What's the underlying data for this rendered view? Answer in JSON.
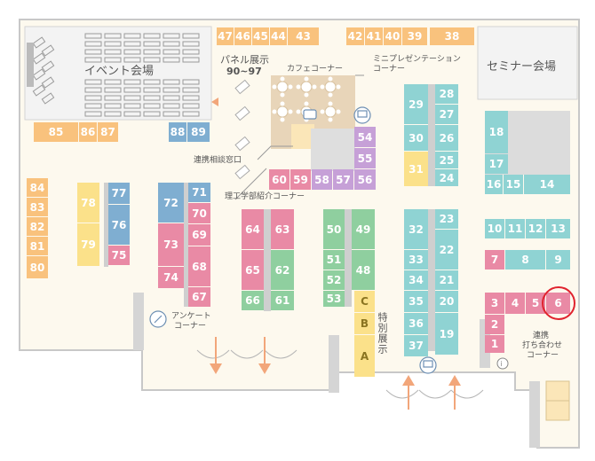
{
  "colors": {
    "orange": "#f9c27d",
    "blue": "#7faed1",
    "teal": "#8fd3d3",
    "pink": "#e98aa5",
    "green": "#8fcf9f",
    "yellow": "#fbe18a",
    "lavender": "#c6a0d7",
    "gray_block": "#d8d8d8",
    "divider": "#cfcfcf",
    "floor": "#fdf9ee",
    "hall_gray": "#f0f0f0",
    "wall": "#c8c8c8",
    "highlight": "#e0232e",
    "arrow": "#f2a67a"
  },
  "labels": {
    "event_hall": "イベント会場",
    "seminar_hall": "セミナー会場",
    "panel_title": "パネル展示",
    "panel_range": "90~97",
    "cafe_corner": "カフェコーナー",
    "mini_pres_1": "ミニプレゼンテーション",
    "mini_pres_2": "コーナー",
    "consult_window": "連携相談窓口",
    "science_corner": "理工学部紹介コーナー",
    "survey_1": "アンケート",
    "survey_2": "コーナー",
    "special_exhibit": "特別展示",
    "collab_1": "連携",
    "collab_2": "打ち合わせ",
    "collab_3": "コーナー"
  },
  "booths": [
    {
      "id": "47",
      "label": "47",
      "color": "orange"
    },
    {
      "id": "46",
      "label": "46",
      "color": "orange"
    },
    {
      "id": "45",
      "label": "45",
      "color": "orange"
    },
    {
      "id": "44",
      "label": "44",
      "color": "orange"
    },
    {
      "id": "43",
      "label": "43",
      "color": "orange"
    },
    {
      "id": "42",
      "label": "42",
      "color": "orange"
    },
    {
      "id": "41",
      "label": "41",
      "color": "orange"
    },
    {
      "id": "40",
      "label": "40",
      "color": "orange"
    },
    {
      "id": "39",
      "label": "39",
      "color": "orange"
    },
    {
      "id": "38",
      "label": "38",
      "color": "orange"
    },
    {
      "id": "85",
      "label": "85",
      "color": "orange"
    },
    {
      "id": "86",
      "label": "86",
      "color": "orange"
    },
    {
      "id": "87",
      "label": "87",
      "color": "orange"
    },
    {
      "id": "88",
      "label": "88",
      "color": "blue"
    },
    {
      "id": "89",
      "label": "89",
      "color": "blue"
    },
    {
      "id": "84",
      "label": "84",
      "color": "orange"
    },
    {
      "id": "83",
      "label": "83",
      "color": "orange"
    },
    {
      "id": "82",
      "label": "82",
      "color": "orange"
    },
    {
      "id": "81",
      "label": "81",
      "color": "orange"
    },
    {
      "id": "80",
      "label": "80",
      "color": "orange"
    },
    {
      "id": "78",
      "label": "78",
      "color": "yellow"
    },
    {
      "id": "79",
      "label": "79",
      "color": "yellow"
    },
    {
      "id": "77",
      "label": "77",
      "color": "blue"
    },
    {
      "id": "76",
      "label": "76",
      "color": "blue"
    },
    {
      "id": "75",
      "label": "75",
      "color": "pink"
    },
    {
      "id": "72",
      "label": "72",
      "color": "blue"
    },
    {
      "id": "73",
      "label": "73",
      "color": "pink"
    },
    {
      "id": "74",
      "label": "74",
      "color": "pink"
    },
    {
      "id": "71",
      "label": "71",
      "color": "blue"
    },
    {
      "id": "70",
      "label": "70",
      "color": "pink"
    },
    {
      "id": "69",
      "label": "69",
      "color": "pink"
    },
    {
      "id": "68",
      "label": "68",
      "color": "pink"
    },
    {
      "id": "67",
      "label": "67",
      "color": "pink"
    },
    {
      "id": "64",
      "label": "64",
      "color": "pink"
    },
    {
      "id": "65",
      "label": "65",
      "color": "pink"
    },
    {
      "id": "66",
      "label": "66",
      "color": "green"
    },
    {
      "id": "63",
      "label": "63",
      "color": "pink"
    },
    {
      "id": "62",
      "label": "62",
      "color": "green"
    },
    {
      "id": "61",
      "label": "61",
      "color": "green"
    },
    {
      "id": "54",
      "label": "54",
      "color": "lavender"
    },
    {
      "id": "55",
      "label": "55",
      "color": "lavender"
    },
    {
      "id": "56",
      "label": "56",
      "color": "lavender"
    },
    {
      "id": "57",
      "label": "57",
      "color": "lavender"
    },
    {
      "id": "58",
      "label": "58",
      "color": "lavender"
    },
    {
      "id": "59",
      "label": "59",
      "color": "pink"
    },
    {
      "id": "60",
      "label": "60",
      "color": "pink"
    },
    {
      "id": "50",
      "label": "50",
      "color": "green"
    },
    {
      "id": "51",
      "label": "51",
      "color": "green"
    },
    {
      "id": "52",
      "label": "52",
      "color": "green"
    },
    {
      "id": "53",
      "label": "53",
      "color": "green"
    },
    {
      "id": "49",
      "label": "49",
      "color": "green"
    },
    {
      "id": "48",
      "label": "48",
      "color": "green"
    },
    {
      "id": "C",
      "label": "C",
      "color": "yellow"
    },
    {
      "id": "B",
      "label": "B",
      "color": "yellow"
    },
    {
      "id": "A",
      "label": "A",
      "color": "yellow"
    },
    {
      "id": "29",
      "label": "29",
      "color": "teal"
    },
    {
      "id": "30",
      "label": "30",
      "color": "teal"
    },
    {
      "id": "31",
      "label": "31",
      "color": "yellow"
    },
    {
      "id": "28",
      "label": "28",
      "color": "teal"
    },
    {
      "id": "27",
      "label": "27",
      "color": "teal"
    },
    {
      "id": "26",
      "label": "26",
      "color": "teal"
    },
    {
      "id": "25",
      "label": "25",
      "color": "teal"
    },
    {
      "id": "24",
      "label": "24",
      "color": "teal"
    },
    {
      "id": "32",
      "label": "32",
      "color": "teal"
    },
    {
      "id": "33",
      "label": "33",
      "color": "teal"
    },
    {
      "id": "34",
      "label": "34",
      "color": "teal"
    },
    {
      "id": "35",
      "label": "35",
      "color": "teal"
    },
    {
      "id": "36",
      "label": "36",
      "color": "teal"
    },
    {
      "id": "37",
      "label": "37",
      "color": "teal"
    },
    {
      "id": "23",
      "label": "23",
      "color": "teal"
    },
    {
      "id": "22",
      "label": "22",
      "color": "teal"
    },
    {
      "id": "21",
      "label": "21",
      "color": "teal"
    },
    {
      "id": "20",
      "label": "20",
      "color": "teal"
    },
    {
      "id": "19",
      "label": "19",
      "color": "teal"
    },
    {
      "id": "18",
      "label": "18",
      "color": "teal"
    },
    {
      "id": "17",
      "label": "17",
      "color": "teal"
    },
    {
      "id": "16",
      "label": "16",
      "color": "teal"
    },
    {
      "id": "15",
      "label": "15",
      "color": "teal"
    },
    {
      "id": "14",
      "label": "14",
      "color": "teal"
    },
    {
      "id": "10",
      "label": "10",
      "color": "teal"
    },
    {
      "id": "11",
      "label": "11",
      "color": "teal"
    },
    {
      "id": "12",
      "label": "12",
      "color": "teal"
    },
    {
      "id": "13",
      "label": "13",
      "color": "teal"
    },
    {
      "id": "7",
      "label": "7",
      "color": "pink"
    },
    {
      "id": "8",
      "label": "8",
      "color": "teal"
    },
    {
      "id": "9",
      "label": "9",
      "color": "teal"
    },
    {
      "id": "3",
      "label": "3",
      "color": "pink"
    },
    {
      "id": "4",
      "label": "4",
      "color": "pink"
    },
    {
      "id": "5",
      "label": "5",
      "color": "pink"
    },
    {
      "id": "6",
      "label": "6",
      "color": "pink"
    },
    {
      "id": "2",
      "label": "2",
      "color": "pink"
    },
    {
      "id": "1",
      "label": "1",
      "color": "pink"
    }
  ],
  "highlighted_booth": "6"
}
